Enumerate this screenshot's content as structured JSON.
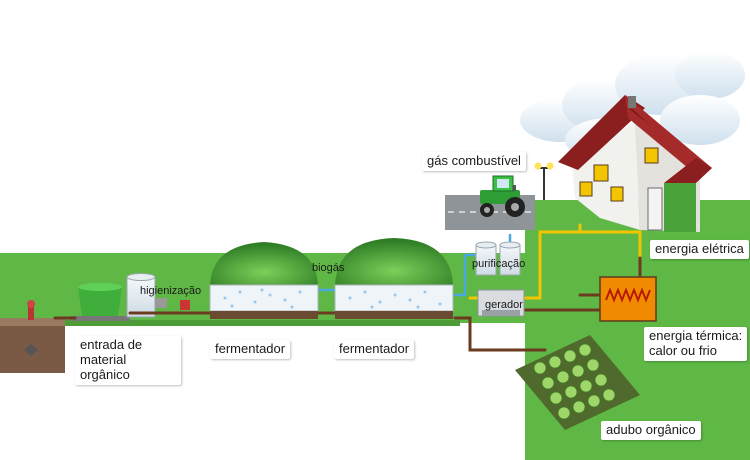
{
  "labels": {
    "entrada": "entrada de\nmaterial orgânico",
    "higienizacao": "higienização",
    "fermentador_1": "fermentador",
    "fermentador_2": "fermentador",
    "biogas": "biogás",
    "purificacao": "purificação",
    "gerador": "gerador",
    "gas_combustivel": "gás combustível",
    "energia_eletrica": "energia elétrica",
    "energia_termica": "energia térmica:\ncalor ou frio",
    "adubo_organico": "adubo orgânico"
  },
  "colors": {
    "ground": "#5fb845",
    "dome": "#4aa23a",
    "pipe_brown": "#6b3a1f",
    "pipe_yellow": "#f2c500",
    "pipe_blue": "#4aa8e0",
    "roof": "#8b1e1e",
    "heat_exchanger": "#f08a00"
  }
}
